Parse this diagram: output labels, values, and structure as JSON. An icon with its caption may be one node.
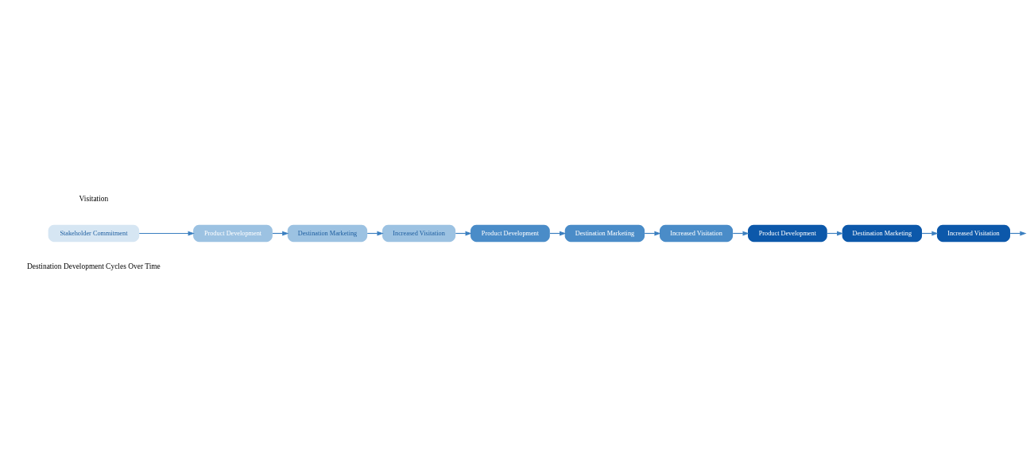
{
  "diagram": {
    "nodes": [
      {
        "text": [
          "Stakeholder Commitment"
        ]
      },
      {
        "text": [
          "Product Development"
        ]
      },
      {
        "text": [
          "Destination Marketing"
        ]
      },
      {
        "text": [
          "Increased Visitation"
        ]
      },
      {
        "text": [
          "Product Development"
        ]
      },
      {
        "text": [
          "Destination Marketing"
        ]
      },
      {
        "text": [
          "Increased Visitation"
        ]
      },
      {
        "text": [
          "Product Development"
        ]
      },
      {
        "text": [
          "Destination Marketing"
        ]
      },
      {
        "text": [
          "Increased Visitation"
        ]
      }
    ],
    "edges": [
      {
        "from": 0,
        "to": 1,
        "arrow": "to"
      },
      {
        "from": 1,
        "to": 2,
        "arrow": "to"
      },
      {
        "from": 2,
        "to": 3,
        "arrow": "to"
      },
      {
        "from": 3,
        "to": 4,
        "arrow": "to"
      },
      {
        "from": 4,
        "to": 5,
        "arrow": "to"
      },
      {
        "from": 5,
        "to": 6,
        "arrow": "to"
      },
      {
        "from": 6,
        "to": 7,
        "arrow": "to"
      },
      {
        "from": 7,
        "to": 8,
        "arrow": "to"
      },
      {
        "from": 8,
        "to": 9,
        "arrow": "to"
      },
      {
        "from": 9,
        "to": null,
        "arrow": "to"
      }
    ],
    "labels": [
      "Visitation",
      "Destination Development Cycles Over Time"
    ]
  }
}
